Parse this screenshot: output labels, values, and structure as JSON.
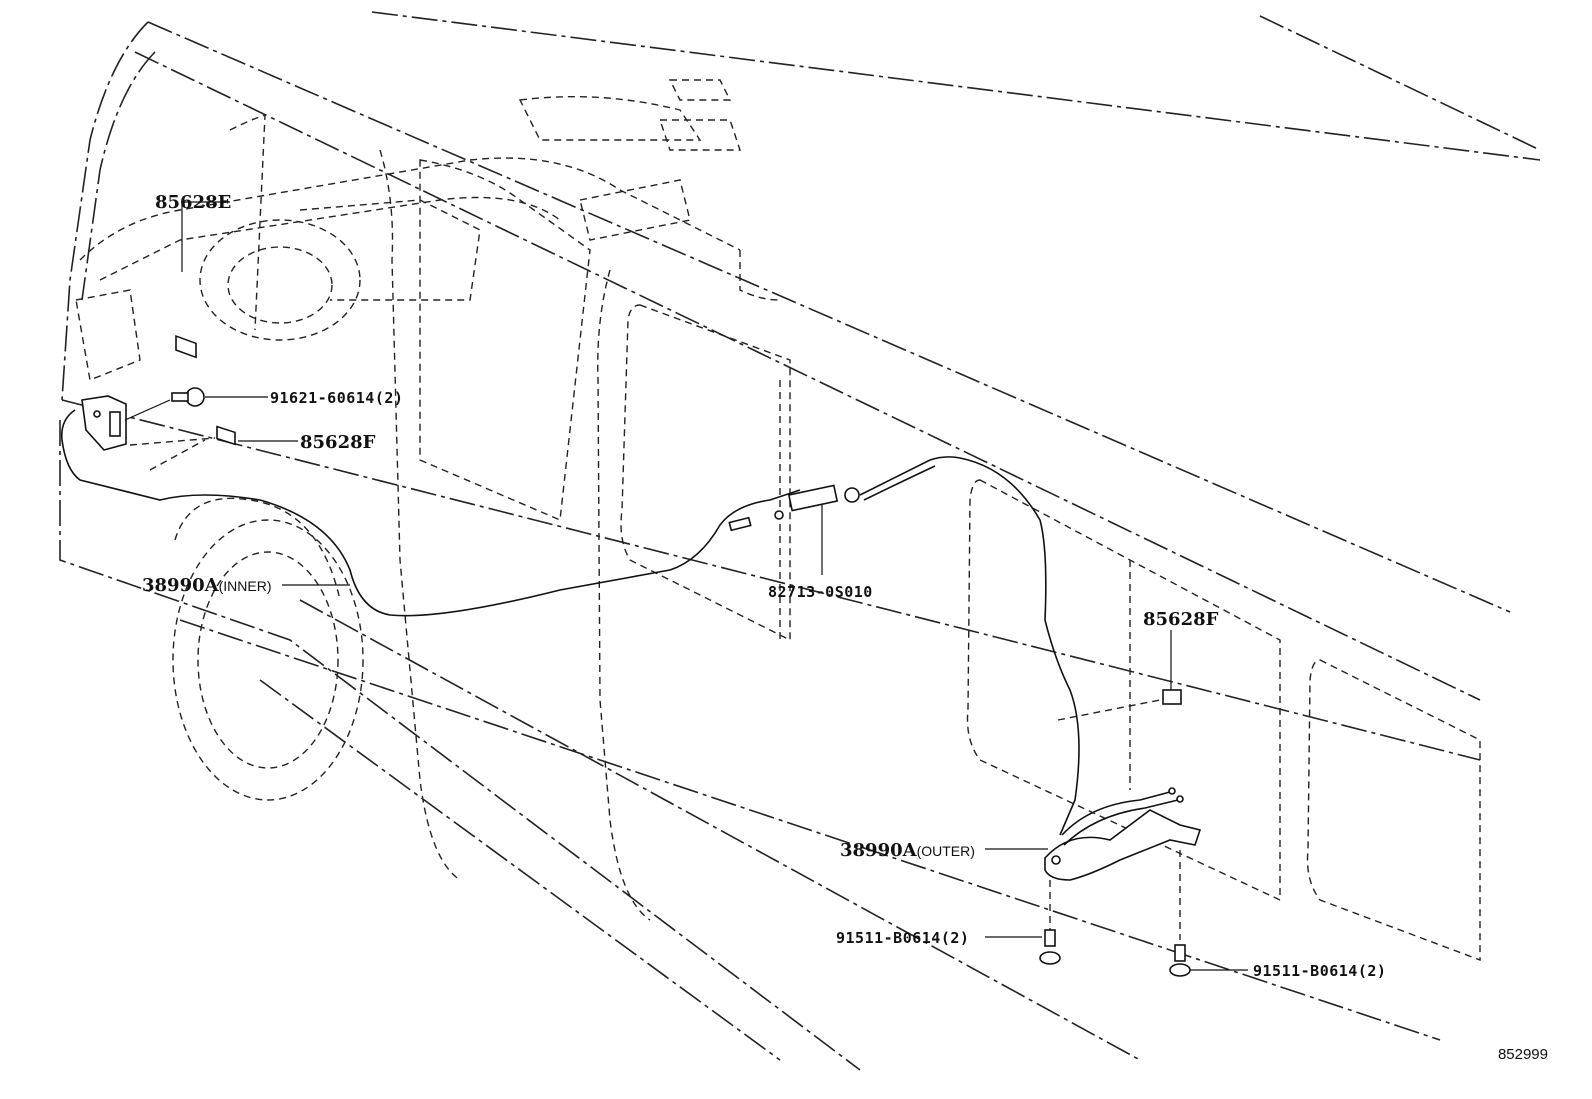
{
  "parts": {
    "label_85628e": "85628E",
    "bolt_91621": "91621-60614(2)",
    "label_85628f_front": "85628F",
    "cable_inner_code": "38990A",
    "cable_inner_suffix": "(INNER)",
    "clamp_82713": "82713-0S010",
    "label_85628f_rear": "85628F",
    "cable_outer_code": "38990A",
    "cable_outer_suffix": "(OUTER)",
    "bolt_91511_left": "91511-B0614(2)",
    "bolt_91511_right": "91511-B0614(2)"
  },
  "figure_ref": "852999"
}
